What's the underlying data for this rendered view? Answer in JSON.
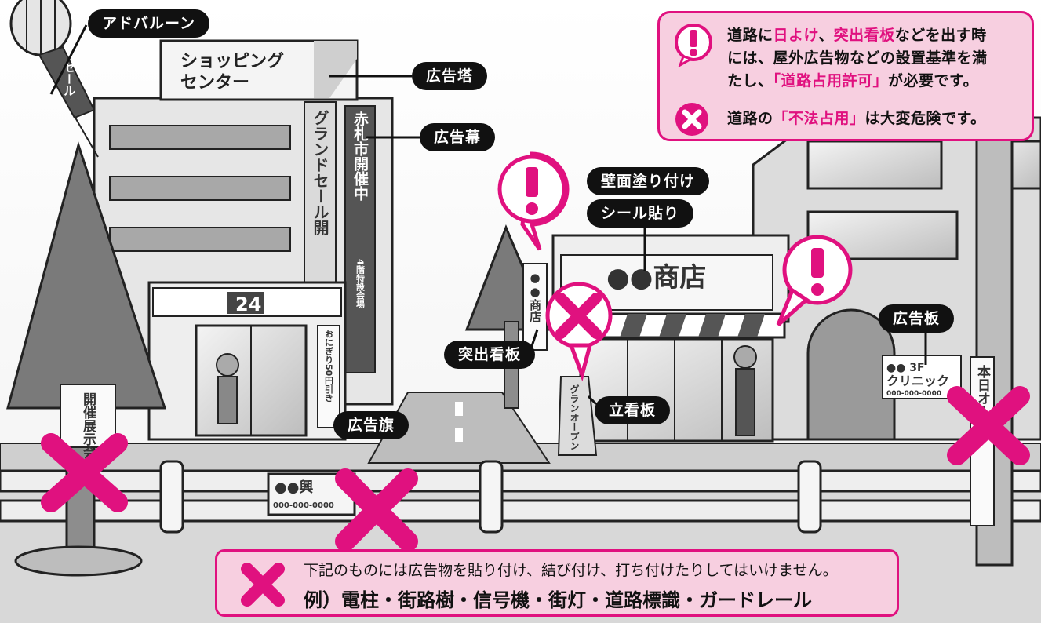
{
  "labels": {
    "ad_balloon": "アドバルーン",
    "ad_tower": "広告塔",
    "ad_curtain": "広告幕",
    "wall_paint": "壁面塗り付け",
    "sticker": "シール貼り",
    "protruding_sign": "突出看板",
    "standing_sign": "立看板",
    "ad_flag": "広告旗",
    "billboard": "広告板"
  },
  "signs": {
    "balloon_sale": "セール",
    "shopping_center_1": "ショッピング",
    "shopping_center_2": "センター",
    "grand_sale": "グランドセール開",
    "city_event": "赤札市開催中",
    "venue": "4階特設会場",
    "store_24": "24",
    "onigiri": "おにぎり50円引き",
    "shop_name": "●●商店",
    "vertical_shop": "●●商店",
    "grand_open_short": "グランオープン",
    "clinic_top": "●● 3F",
    "clinic": "クリニック",
    "clinic_phone": "000-000-0000",
    "exhibition": "開催展示会",
    "fence_sign_top": "●●興",
    "fence_sign_phone": "000-000-0000",
    "honjitsu_open": "本日オープン"
  },
  "notice": {
    "line1_prefix": "道路に",
    "line1_awning": "日よけ",
    "line1_sep": "、",
    "line1_sign": "突出看板",
    "line1_suffix": "などを出す時",
    "line2": "には、屋外広告物などの設置基準を満",
    "line3_prefix": "たし、",
    "line3_permit": "「道路占用許可」",
    "line3_suffix": "が必要です。",
    "line4_prefix": "道路の",
    "line4_illegal": "「不法占用」",
    "line4_suffix": "は大変危険です。"
  },
  "prohibition": {
    "line1": "下記のものには広告物を貼り付け、結び付け、打ち付けたりしてはいけません。",
    "line2": "例）電柱・街路樹・信号機・街灯・道路標識・ガードレール"
  },
  "colors": {
    "accent": "#e0117f",
    "notice_bg": "#f7cfe0"
  }
}
